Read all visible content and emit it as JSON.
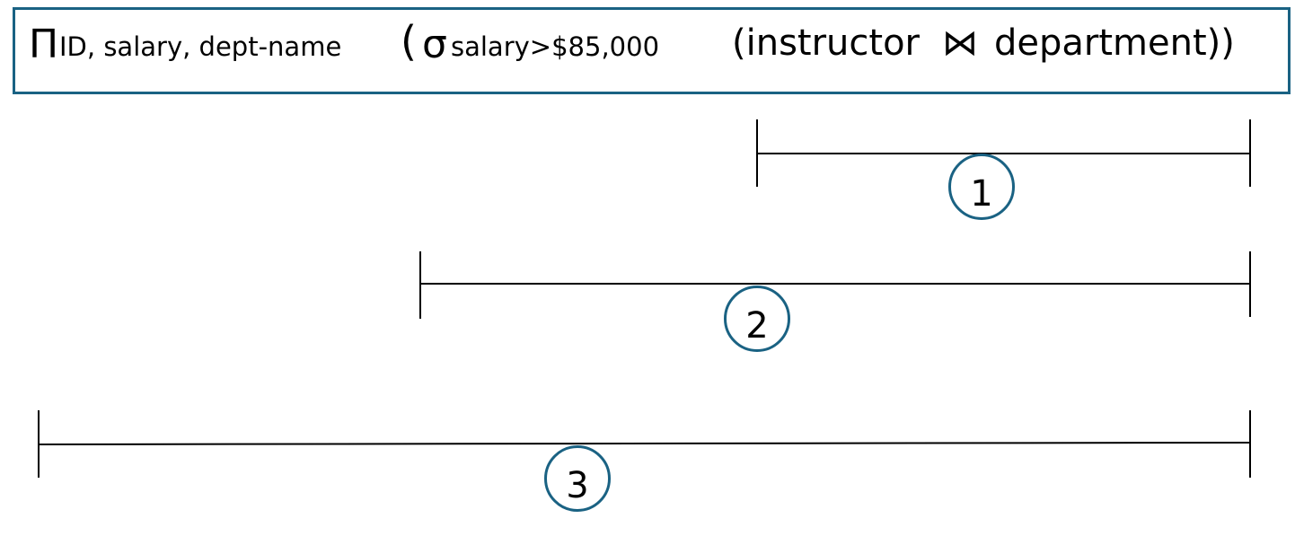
{
  "expression": {
    "projection_symbol": "Π",
    "projection_attrs": "ID, salary, dept-name",
    "open_paren": "(",
    "selection_symbol": "σ",
    "selection_condition": "salary>$85,000",
    "inner_open": "(instructor",
    "join_symbol": "⋈",
    "inner_close": "department))"
  },
  "steps": [
    {
      "number": "1"
    },
    {
      "number": "2"
    },
    {
      "number": "3"
    }
  ],
  "colors": {
    "accent": "#1a6283",
    "line": "#000000"
  }
}
